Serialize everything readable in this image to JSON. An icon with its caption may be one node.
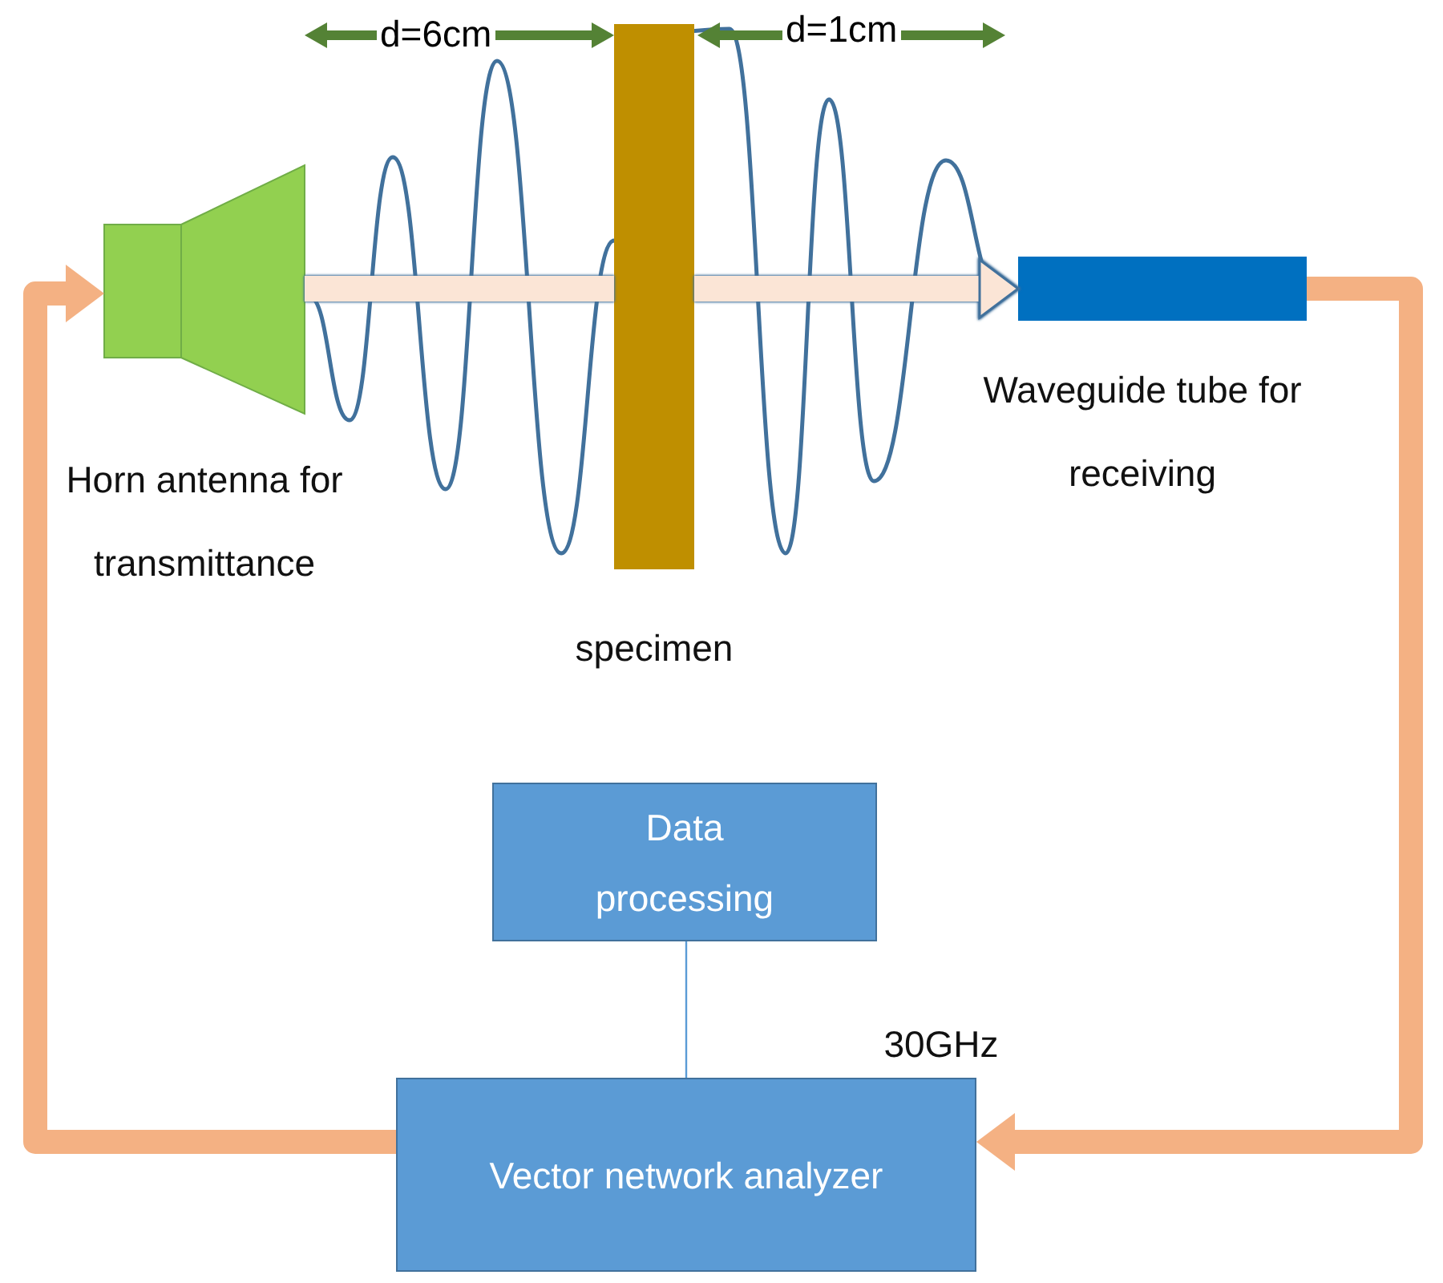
{
  "diagram": {
    "nodes": [
      {
        "text": [
          "Horn antenna for transmittance"
        ]
      },
      {
        "text": [
          "specimen"
        ]
      },
      {
        "text": [
          "Waveguide tube for receiving"
        ]
      },
      {
        "text": [
          "Data processing"
        ]
      },
      {
        "text": [
          "Vector network analyzer"
        ],
        "beside": [
          "30GHz"
        ]
      }
    ],
    "edges": [
      {
        "from": 0,
        "to": 1,
        "arrow": "none",
        "color": "#fbe5d6"
      },
      {
        "from": 1,
        "to": 2,
        "arrow": "to",
        "color": "#fbe5d6"
      },
      {
        "from": 2,
        "to": 4,
        "arrow": "to"
      },
      {
        "from": 4,
        "to": 0,
        "arrow": "to"
      },
      {
        "from": 3,
        "to": 4,
        "arrow": "none",
        "color": "#5b9bd5"
      }
    ],
    "labels": [
      "d=6cm",
      "d=1cm"
    ]
  }
}
